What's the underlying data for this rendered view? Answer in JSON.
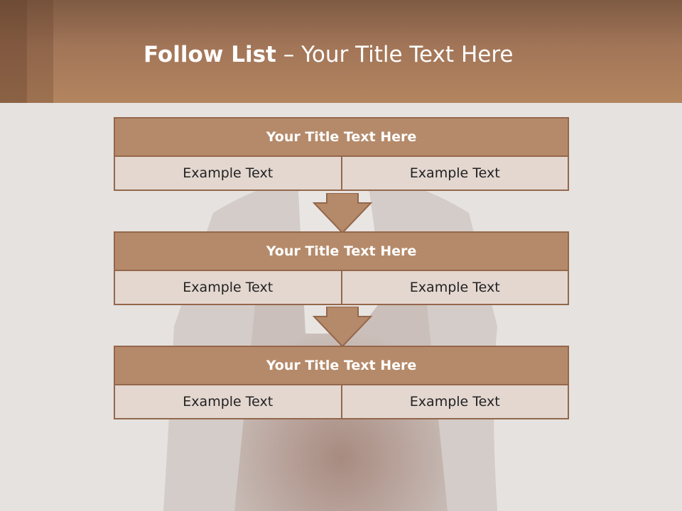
{
  "slide": {
    "title_bold": "Follow List",
    "title_rest": " – Your Title Text Here"
  },
  "steps": [
    {
      "title": "Your Title Text Here",
      "left": "Example Text",
      "right": "Example Text"
    },
    {
      "title": "Your Title Text Here",
      "left": "Example Text",
      "right": "Example Text"
    },
    {
      "title": "Your Title Text Here",
      "left": "Example Text",
      "right": "Example Text"
    }
  ],
  "colors": {
    "header": "#a27558",
    "box_title": "#b58a6a",
    "box_border": "#94674b",
    "cell": "#e3d7d0"
  }
}
